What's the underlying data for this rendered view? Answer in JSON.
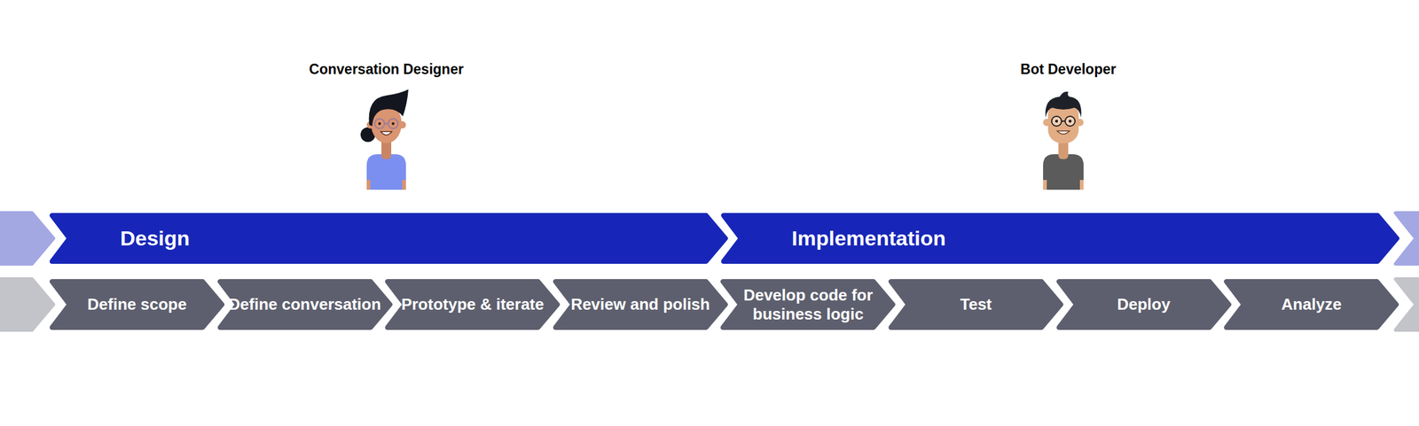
{
  "diagram": {
    "nodes": [
      {
        "text": [
          "Design"
        ]
      },
      {
        "text": [
          "Implementation"
        ]
      },
      {
        "text": [
          "Define scope"
        ]
      },
      {
        "text": [
          "Define conversation"
        ]
      },
      {
        "text": [
          "Prototype & iterate"
        ]
      },
      {
        "text": [
          "Review and polish"
        ]
      },
      {
        "text": [
          "Develop code for business logic"
        ]
      },
      {
        "text": [
          "Test"
        ]
      },
      {
        "text": [
          "Deploy"
        ]
      },
      {
        "text": [
          "Analyze"
        ]
      }
    ],
    "labels": [
      "Conversation Designer",
      "Bot Developer"
    ]
  }
}
